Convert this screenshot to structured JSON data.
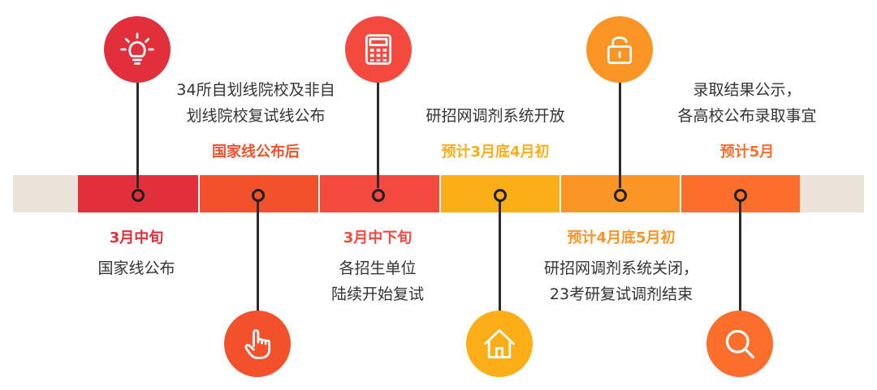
{
  "colors": {
    "cap": "#ebe4da",
    "red": "#e12f3b",
    "orange_red": "#f2512c",
    "coral": "#f4493f",
    "amber": "#fbae17",
    "orange": "#f99425",
    "orange2": "#fc6e2c"
  },
  "stages": [
    {
      "icon": "lightbulb-icon",
      "date": "3月中旬",
      "desc1": "国家线公布",
      "desc2": ""
    },
    {
      "icon": "pointer-hand-icon",
      "date": "国家线公布后",
      "desc1": "34所自划线院校及非自",
      "desc2": "划线院校复试线公布"
    },
    {
      "icon": "calculator-icon",
      "date": "3月中下旬",
      "desc1": "各招生单位",
      "desc2": "陆续开始复试"
    },
    {
      "icon": "home-icon",
      "date": "预计3月底4月初",
      "desc1": "研招网调剂系统开放",
      "desc2": ""
    },
    {
      "icon": "unlocked-padlock-icon",
      "date": "预计4月底5月初",
      "desc1": "研招网调剂系统关闭，",
      "desc2": "23考研复试调剂结束"
    },
    {
      "icon": "search-icon",
      "date": "预计5月",
      "desc1": "录取结果公示，",
      "desc2": "各高校公布录取事宜"
    }
  ]
}
